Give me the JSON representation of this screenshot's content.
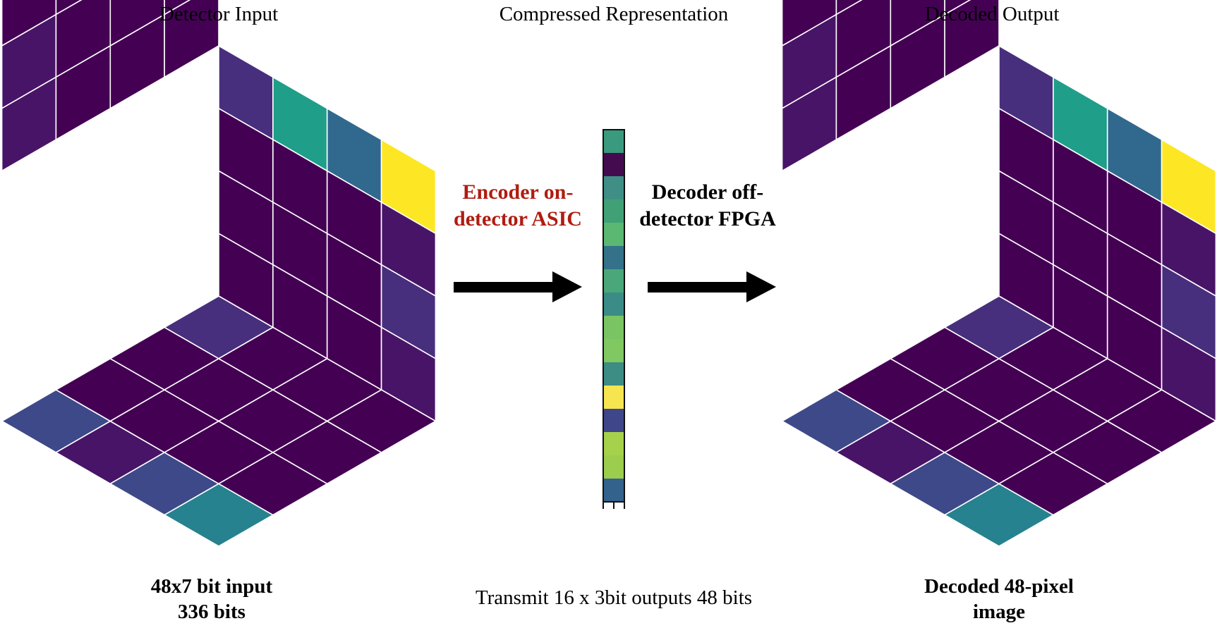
{
  "titles": {
    "left": "Detector Input",
    "center": "Compressed Representation",
    "right": "Decoded Output"
  },
  "labels": {
    "encoder": "Encoder on-\ndetector ASIC",
    "decoder": "Decoder off-\ndetector FPGA"
  },
  "captions": {
    "left": "48x7 bit input\n336 bits",
    "center": "Transmit 16 x 3bit outputs 48 bits",
    "right": "Decoded 48-pixel\nimage"
  },
  "colors": {
    "dark_purple": "#440154",
    "mid_purple": "#481467",
    "violet": "#472f7d",
    "indigo": "#3e4989",
    "blue": "#31688e",
    "teal": "#26828e",
    "green_teal": "#1f9e89",
    "green": "#35b779",
    "yellow": "#fde725",
    "outline": "#ffffff"
  },
  "compressed_bar": [
    "#3a9a7e",
    "#450b4f",
    "#3f8f86",
    "#42a077",
    "#5ab872",
    "#337289",
    "#4aa77a",
    "#3b8c86",
    "#7ac463",
    "#80c862",
    "#3d8d84",
    "#f6e551",
    "#3f478a",
    "#a5d24a",
    "#9ccd4c",
    "#33638c"
  ],
  "cube_faces": {
    "left_face_rows": [
      [
        "#31688e",
        "#481467",
        "#440154",
        "#472f7d"
      ],
      [
        "#440154",
        "#440154",
        "#440154",
        "#440154"
      ],
      [
        "#481467",
        "#440154",
        "#440154",
        "#440154"
      ],
      [
        "#481467",
        "#440154",
        "#440154",
        "#440154"
      ]
    ],
    "right_face_rows": [
      [
        "#472f7d",
        "#1f9e89",
        "#31688e",
        "#fde725"
      ],
      [
        "#440154",
        "#440154",
        "#440154",
        "#481467"
      ],
      [
        "#440154",
        "#440154",
        "#440154",
        "#472f7d"
      ],
      [
        "#440154",
        "#440154",
        "#440154",
        "#481467"
      ]
    ],
    "bottom_face_rows": [
      [
        "#3e4989",
        "#481467",
        "#3e4989",
        "#26828e"
      ],
      [
        "#440154",
        "#440154",
        "#440154",
        "#440154"
      ],
      [
        "#440154",
        "#440154",
        "#440154",
        "#440154"
      ],
      [
        "#472f7d",
        "#440154",
        "#440154",
        "#440154"
      ]
    ]
  }
}
